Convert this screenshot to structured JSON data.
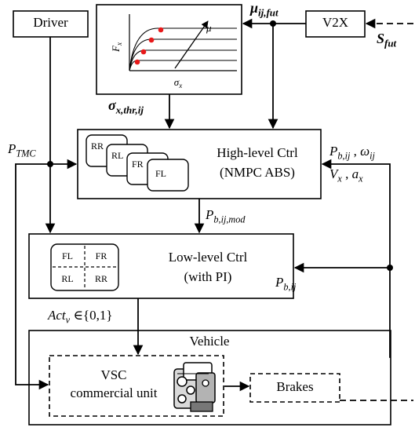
{
  "blocks": {
    "driver": "Driver",
    "v2x": "V2X",
    "high_level_line1": "High-level Ctrl",
    "high_level_line2": "(NMPC ABS)",
    "low_level_line1": "Low-level Ctrl",
    "low_level_line2": "(with PI)",
    "vehicle": "Vehicle",
    "vsc_line1": "VSC",
    "vsc_line2": "commercial unit",
    "brakes": "Brakes"
  },
  "wheels_stack": [
    "RR",
    "RL",
    "FR",
    "FL"
  ],
  "wheels_grid": [
    "FL",
    "FR",
    "RL",
    "RR"
  ],
  "inset_plot": {
    "y_axis": "F",
    "y_axis_sub": "x",
    "x_axis": "σ",
    "x_axis_sub": "x",
    "arrow_label": "μ",
    "marker_color": "#e8191a"
  },
  "signals": {
    "mu_fut_base": "μ",
    "mu_fut_sub": "ij,fut",
    "s_fut_base": "S",
    "s_fut_sub": "fut",
    "sigma_thr_base": "σ",
    "sigma_thr_sub": "x,thr,ij",
    "p_tmc_base": "P",
    "p_tmc_sub": "TMC",
    "p_bij_base": "P",
    "p_bij_sub": "b,ij",
    "omega_base": "ω",
    "omega_sub": "ij",
    "vx_base": "V",
    "vx_sub": "x",
    "ax_base": "a",
    "ax_sub": "x",
    "p_mod_base": "P",
    "p_mod_sub": "b,ij,mod",
    "p_bij2_base": "P",
    "p_bij2_sub": "b,ij",
    "act_base": "Act",
    "act_sub": "v",
    "act_set": " ∈{0,1}"
  }
}
